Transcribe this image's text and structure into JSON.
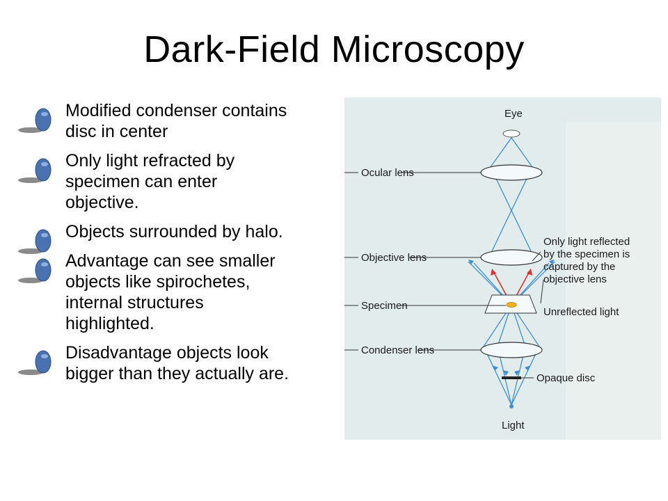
{
  "slide": {
    "title": "Dark-Field Microscopy"
  },
  "bullets": [
    "Modified condenser contains disc in center",
    "Only light refracted by specimen can enter objective.",
    "Objects surrounded by halo.",
    "Advantage can see smaller objects like spirochetes, internal structures highlighted.",
    "Disadvantage objects look bigger than they actually are."
  ],
  "diagram": {
    "labels": {
      "eye": "Eye",
      "ocular": "Ocular lens",
      "objective": "Objective lens",
      "specimen": "Specimen",
      "condenser": "Condenser lens",
      "opaque": "Opaque disc",
      "light": "Light",
      "reflected_1": "Only light reflected",
      "reflected_2": "by the specimen is",
      "reflected_3": "captured by the",
      "reflected_4": "objective lens",
      "unreflected": "Unreflected light"
    }
  },
  "colors": {
    "bullet": "#4a72b0",
    "figure_bg": "#e2ecec",
    "ray": "#3b8fd6",
    "refracted": "#e0302a",
    "specimen": "#f2b21b"
  }
}
